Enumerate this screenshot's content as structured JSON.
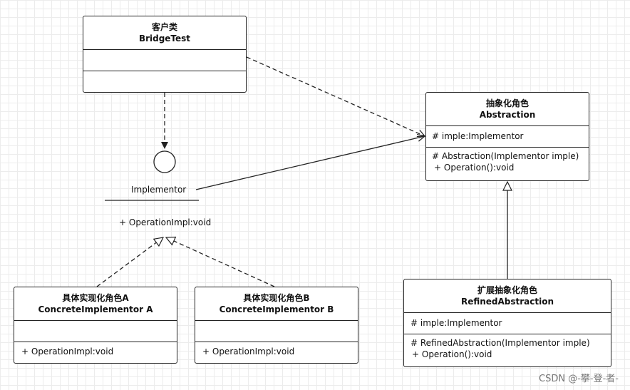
{
  "client": {
    "title_cn": "客户类",
    "title_en": "BridgeTest"
  },
  "abstraction": {
    "title_cn": "抽象化角色",
    "title_en": "Abstraction",
    "attribute": "# imple:Implementor",
    "methods": [
      "# Abstraction(Implementor imple)",
      "+ Operation():void"
    ]
  },
  "implementor": {
    "name": "Implementor",
    "method": "+ OperationImpl:void"
  },
  "concrete_a": {
    "title_cn": "具体实现化角色A",
    "title_en": "ConcreteImplementor A",
    "method": "+ OperationImpl:void"
  },
  "concrete_b": {
    "title_cn": "具体实现化角色B",
    "title_en": "ConcreteImplementor B",
    "method": "+ OperationImpl:void"
  },
  "refined": {
    "title_cn": "扩展抽象化角色",
    "title_en": "RefinedAbstraction",
    "attribute": "# imple:Implementor",
    "methods": [
      "# RefinedAbstraction(Implementor imple)",
      "+ Operation():void"
    ]
  },
  "watermark": "CSDN @-攀-登-者-",
  "colors": {
    "line": "#222222",
    "background": "#ffffff",
    "grid": "#ececec"
  }
}
